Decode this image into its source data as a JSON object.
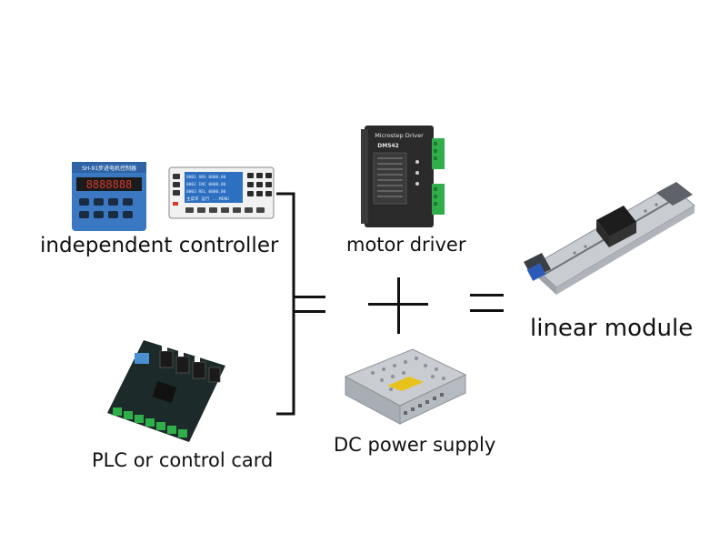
{
  "labels": {
    "independent_controller": "independent controller",
    "plc_or_control_card": "PLC or control card",
    "motor_driver": "motor driver",
    "dc_power_supply": "DC power supply",
    "linear_module": "linear module"
  },
  "devices": {
    "controller_a_header": "SH-91步进电机控制器",
    "controller_a_display": "8888888",
    "controller_b_display": [
      "0001 ABS 0000.00",
      "0002 INC 0000.00",
      "0003 REL 0000.00",
      "主菜单 运行 ...MENU"
    ],
    "driver_brand": "Microstep Driver",
    "driver_model": "DM542"
  },
  "colors": {
    "bracket_stroke": "#111111",
    "controller_blue": "#3b78c2",
    "display_red": "#d23a2a",
    "lcd_blue": "#2d6fc0",
    "driver_body": "#2a2a2a",
    "terminal_green": "#2fae4a",
    "psu_metal": "#b9bec4",
    "psu_label_yellow": "#e8c21a",
    "pcb_dark": "#1d2a2a",
    "rail_silver": "#c9ccd1",
    "motor_blue": "#2b5ab8"
  },
  "icons": [
    "controller-panel-icon",
    "lcd-controller-icon",
    "plc-board-icon",
    "stepper-driver-icon",
    "power-supply-icon",
    "linear-module-icon"
  ]
}
